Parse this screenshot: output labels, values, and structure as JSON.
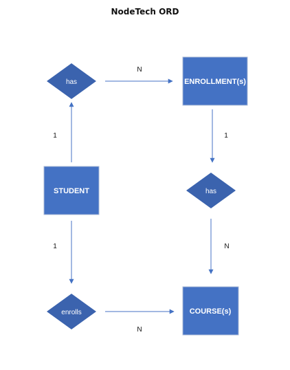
{
  "title": "NodeTech ORD",
  "colors": {
    "entity_fill": "#4472c4",
    "relationship_fill": "#3b63ae",
    "line": "#4472c4"
  },
  "entities": {
    "student": "STUDENT",
    "enrollments": "ENROLLMENT(s)",
    "courses": "COURSE(s)"
  },
  "relationships": {
    "student_has": "has",
    "student_enrolls": "enrolls",
    "enrollment_has": "has"
  },
  "cardinalities": {
    "has_to_enrollments": "N",
    "student_to_has": "1",
    "enrollments_to_has": "1",
    "student_to_enrolls": "1",
    "has_to_courses": "N",
    "enrolls_to_courses": "N"
  }
}
